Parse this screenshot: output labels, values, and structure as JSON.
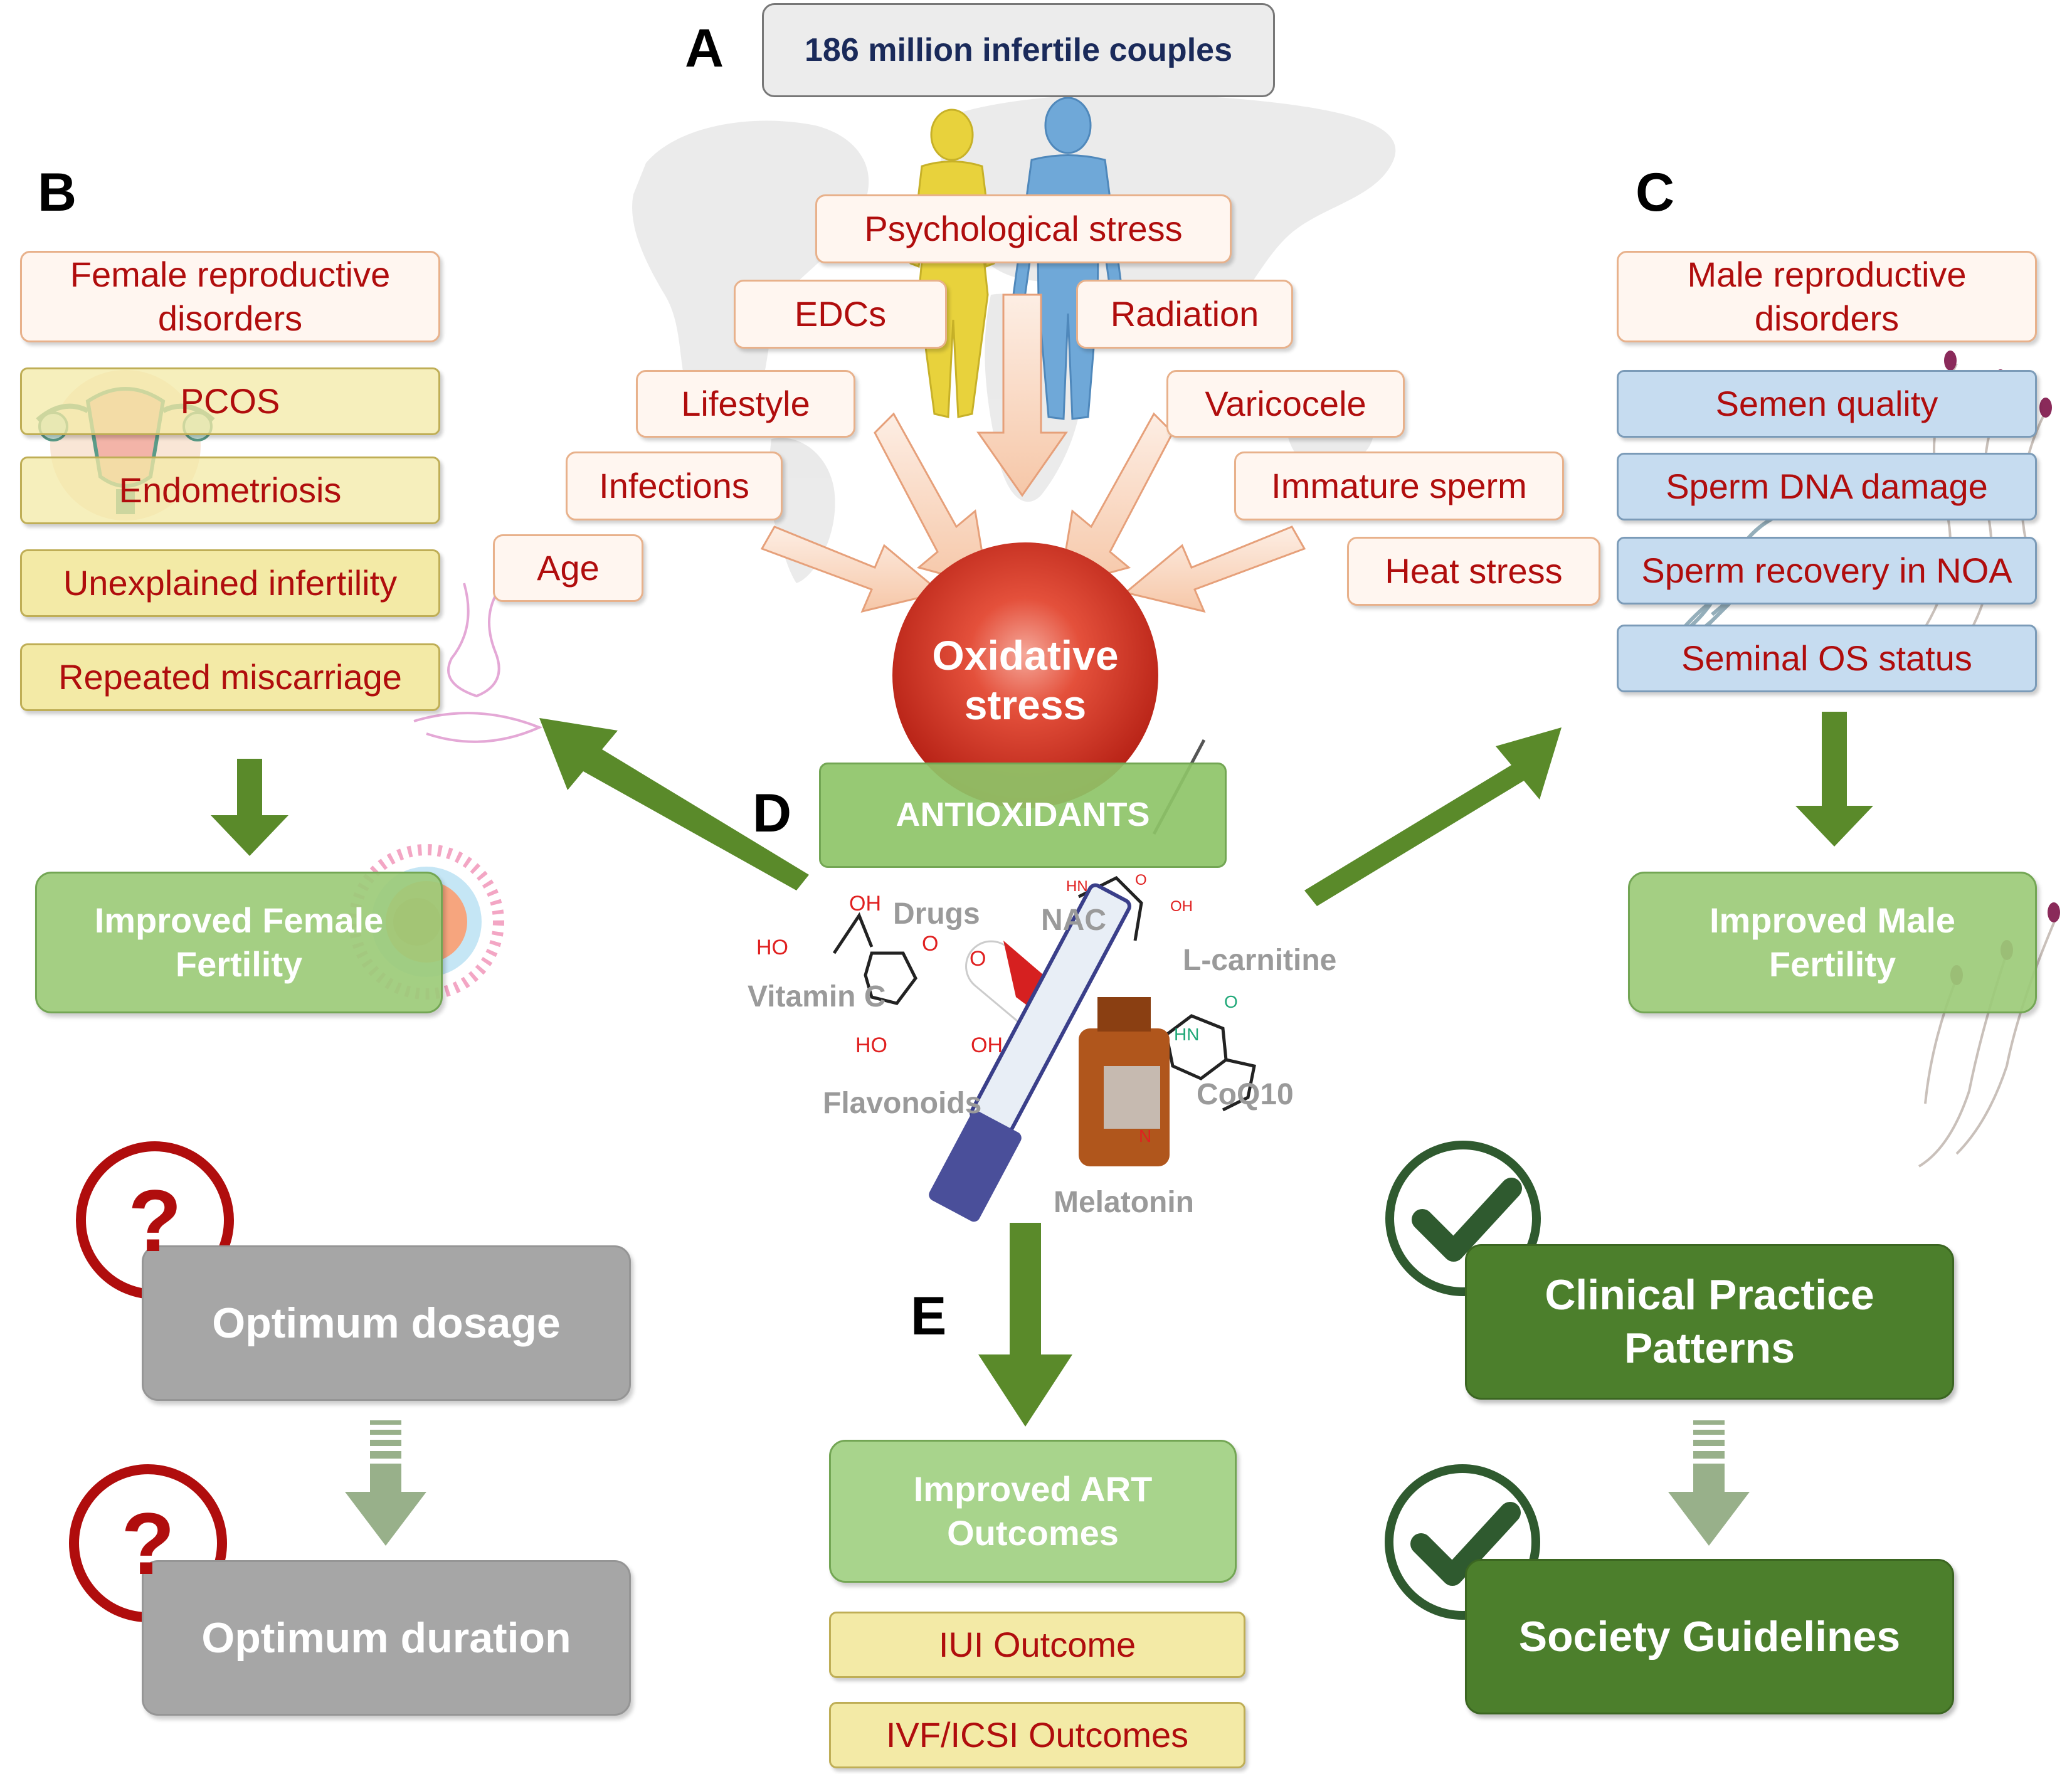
{
  "panels": {
    "a": "A",
    "b": "B",
    "c": "C",
    "d": "D",
    "e": "E"
  },
  "top": {
    "couples": "186 million  infertile  couples"
  },
  "factors": {
    "psych": "Psychological stress",
    "edcs": "EDCs",
    "radiation": "Radiation",
    "lifestyle": "Lifestyle",
    "varicocele": "Varicocele",
    "infections": "Infections",
    "immature": "Immature sperm",
    "age": "Age",
    "heat": "Heat stress"
  },
  "center": {
    "line1": "Oxidative",
    "line2": "stress",
    "antioxidants": "ANTIOXIDANTS"
  },
  "female": {
    "header_line1": "Female reproductive",
    "header_line2": "disorders",
    "items": [
      "PCOS",
      "Endometriosis",
      "Unexplained infertility",
      "Repeated miscarriage"
    ],
    "outcome_line1": "Improved Female",
    "outcome_line2": "Fertility"
  },
  "male": {
    "header_line1": "Male reproductive",
    "header_line2": "disorders",
    "items": [
      "Semen quality",
      "Sperm DNA damage",
      "Sperm recovery in NOA",
      "Seminal OS status"
    ],
    "outcome_line1": "Improved Male",
    "outcome_line2": "Fertility"
  },
  "molecules": {
    "drugs": "Drugs",
    "nac": "NAC",
    "lcarnitine": "L-carnitine",
    "vitaminc": "Vitamin  C",
    "coq10": "CoQ10",
    "flavonoids": "Flavonoids",
    "melatonin": "Melatonin",
    "atoms": {
      "ho1": "HO",
      "oh_top": "OH",
      "o_ring": "O",
      "o_keto": "O",
      "ho2": "HO",
      "oh2": "OH",
      "hn1": "HN",
      "oh3": "OH",
      "o_nac": "O",
      "hn2": "HN",
      "o_coq": "O",
      "n_mel": "N"
    }
  },
  "art": {
    "outcome_line1": "Improved ART",
    "outcome_line2": "Outcomes",
    "iui": "IUI Outcome",
    "ivf": "IVF/ICSI Outcomes"
  },
  "unknowns": {
    "dosage": "Optimum dosage",
    "duration": "Optimum duration",
    "question_mark": "?"
  },
  "knowns": {
    "clinical_line1": "Clinical Practice",
    "clinical_line2": "Patterns",
    "society": "Society  Guidelines"
  },
  "colors": {
    "factor_text": "#b00d0d",
    "green_arrow": "#5a8a2a",
    "light_green": "#9ccb78",
    "dark_green": "#4c7f2c",
    "grey_box": "#a6a6a6",
    "question_red": "#b00d0d",
    "check_green": "#2f5a2f",
    "oxidative_red": "#d83a2a"
  }
}
